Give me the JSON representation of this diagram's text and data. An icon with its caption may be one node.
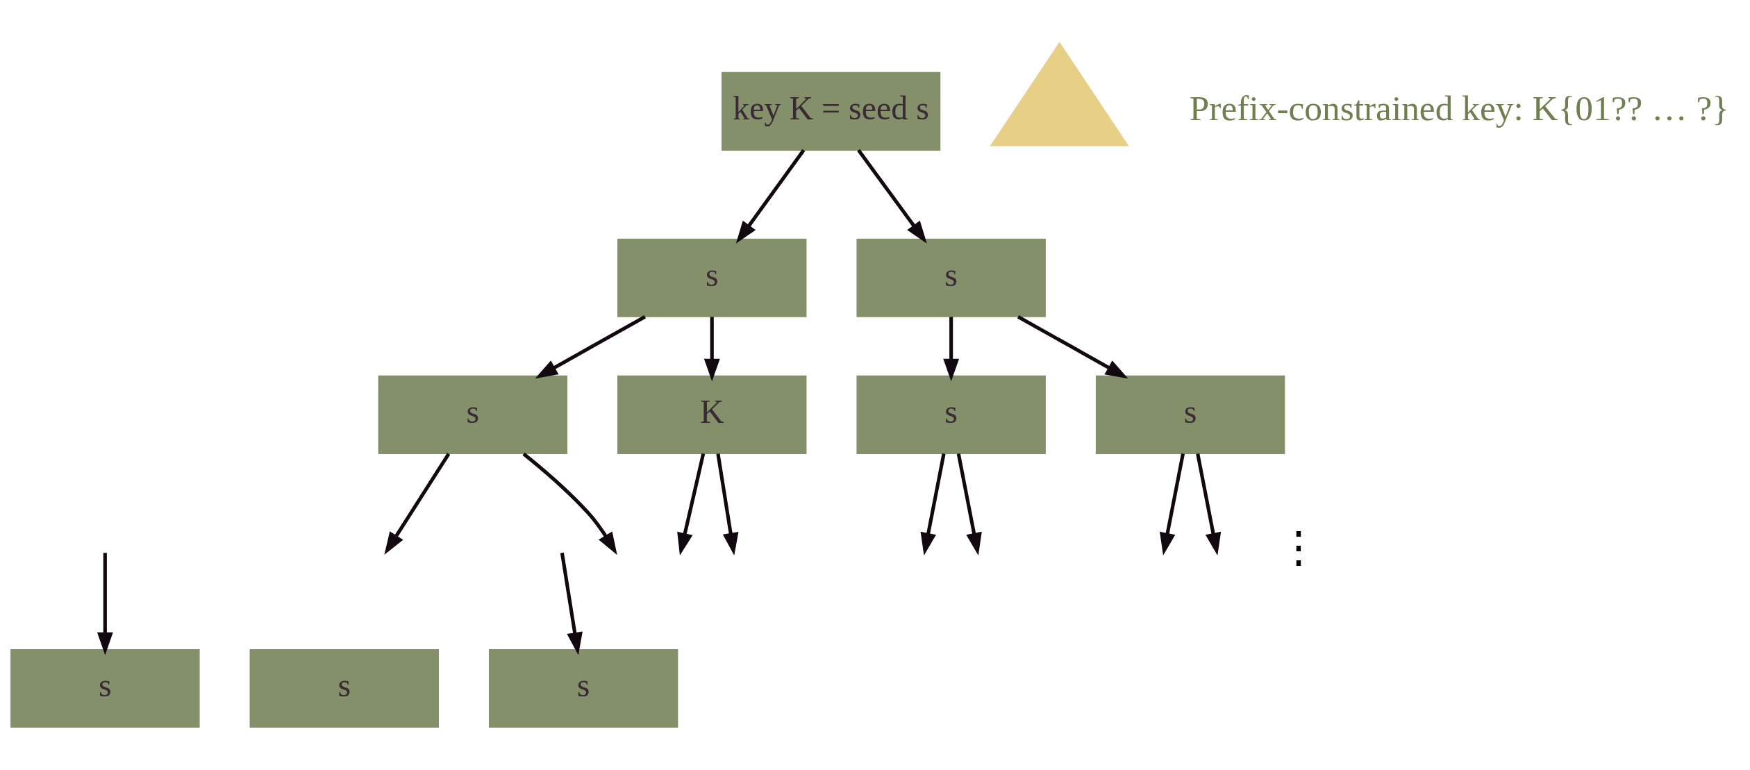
{
  "diagram": {
    "nodes": [
      {
        "text": [
          "key K = seed s"
        ]
      },
      {
        "text": [
          "s"
        ]
      },
      {
        "text": [
          "s"
        ]
      },
      {
        "text": [
          "s"
        ]
      },
      {
        "text": [
          "K"
        ]
      },
      {
        "text": [],
        "shape": "triangle"
      },
      {
        "text": [
          "s"
        ]
      },
      {
        "text": [
          "s"
        ]
      },
      {
        "text": [
          "s"
        ]
      },
      {
        "text": [
          "s"
        ]
      },
      {
        "text": [
          "s"
        ]
      }
    ],
    "edges": [
      {
        "from": 0,
        "to": 1,
        "arrow": "to"
      },
      {
        "from": 0,
        "to": 2,
        "arrow": "to"
      },
      {
        "from": 1,
        "to": 3,
        "arrow": "to"
      },
      {
        "from": 1,
        "to": 4,
        "arrow": "to"
      },
      {
        "from": 2,
        "to": 6,
        "arrow": "to"
      },
      {
        "from": 2,
        "to": 7,
        "arrow": "to"
      },
      {
        "from": 3,
        "to": null,
        "arrow": "to"
      },
      {
        "from": 3,
        "to": null,
        "arrow": "to"
      },
      {
        "from": 4,
        "to": null,
        "arrow": "to"
      },
      {
        "from": 4,
        "to": null,
        "arrow": "to"
      },
      {
        "from": 6,
        "to": null,
        "arrow": "to"
      },
      {
        "from": 6,
        "to": null,
        "arrow": "to"
      },
      {
        "from": 7,
        "to": null,
        "arrow": "to"
      },
      {
        "from": 7,
        "to": null,
        "arrow": "to"
      },
      {
        "from": null,
        "to": 8,
        "arrow": "to"
      },
      {
        "from": null,
        "to": 10,
        "arrow": "to"
      }
    ],
    "labels": [
      "Prefix-constrained key: K{01?? … ?}",
      "⋮"
    ]
  }
}
